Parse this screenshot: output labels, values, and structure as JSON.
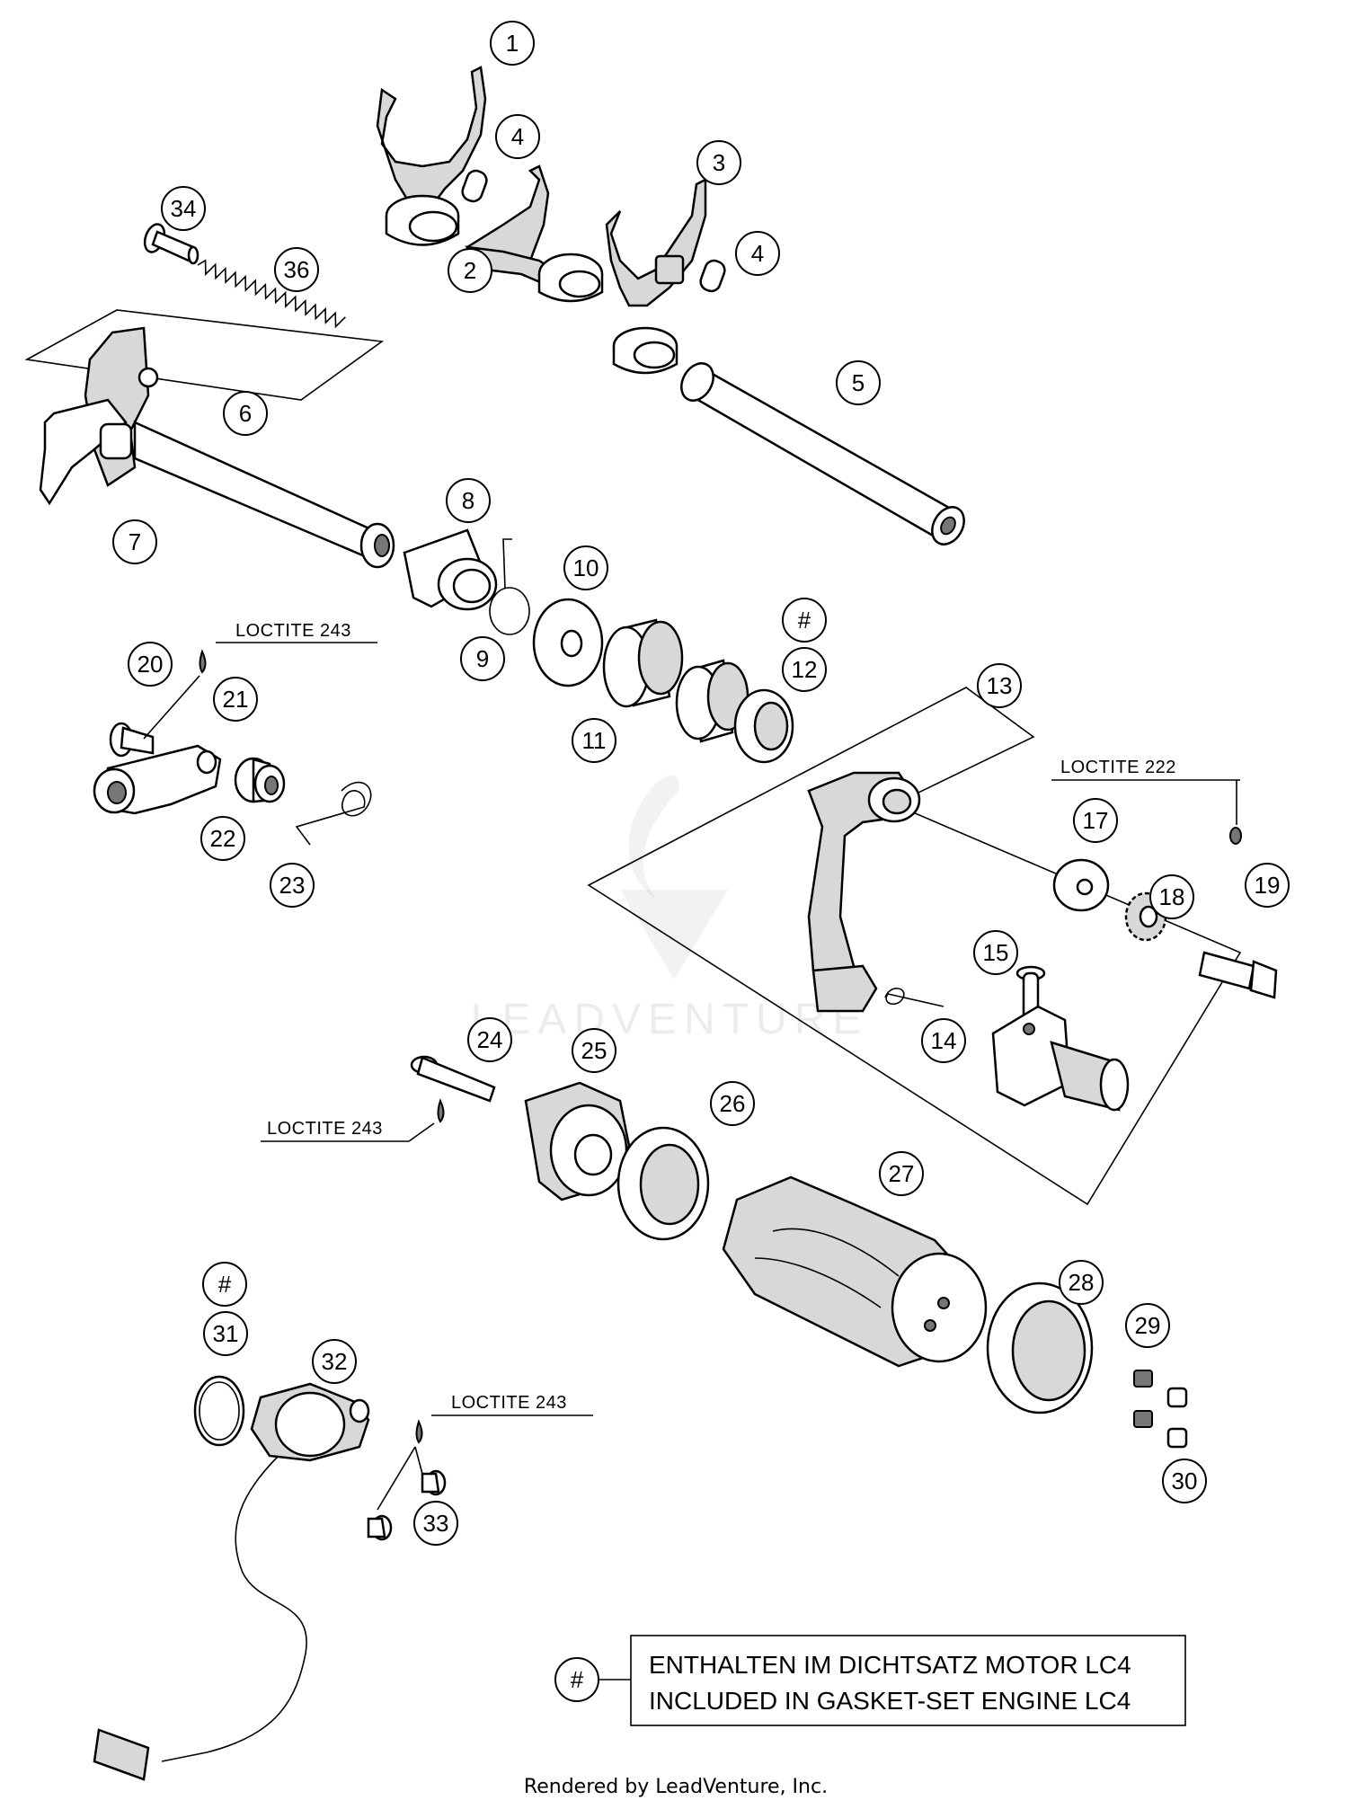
{
  "callouts": [
    {
      "id": "c1",
      "label": "1"
    },
    {
      "id": "c2",
      "label": "2"
    },
    {
      "id": "c3",
      "label": "3"
    },
    {
      "id": "c4a",
      "label": "4"
    },
    {
      "id": "c4b",
      "label": "4"
    },
    {
      "id": "c5",
      "label": "5"
    },
    {
      "id": "c6",
      "label": "6"
    },
    {
      "id": "c7",
      "label": "7"
    },
    {
      "id": "c8",
      "label": "8"
    },
    {
      "id": "c9",
      "label": "9"
    },
    {
      "id": "c10",
      "label": "10"
    },
    {
      "id": "c11",
      "label": "11"
    },
    {
      "id": "c12",
      "label": "12"
    },
    {
      "id": "c12h",
      "label": "#"
    },
    {
      "id": "c13",
      "label": "13"
    },
    {
      "id": "c14",
      "label": "14"
    },
    {
      "id": "c15",
      "label": "15"
    },
    {
      "id": "c17",
      "label": "17"
    },
    {
      "id": "c18",
      "label": "18"
    },
    {
      "id": "c19",
      "label": "19"
    },
    {
      "id": "c20",
      "label": "20"
    },
    {
      "id": "c21",
      "label": "21"
    },
    {
      "id": "c22",
      "label": "22"
    },
    {
      "id": "c23",
      "label": "23"
    },
    {
      "id": "c24",
      "label": "24"
    },
    {
      "id": "c25",
      "label": "25"
    },
    {
      "id": "c26",
      "label": "26"
    },
    {
      "id": "c27",
      "label": "27"
    },
    {
      "id": "c28",
      "label": "28"
    },
    {
      "id": "c29",
      "label": "29"
    },
    {
      "id": "c30",
      "label": "30"
    },
    {
      "id": "c31h",
      "label": "#"
    },
    {
      "id": "c31",
      "label": "31"
    },
    {
      "id": "c32",
      "label": "32"
    },
    {
      "id": "c33",
      "label": "33"
    },
    {
      "id": "c34",
      "label": "34"
    },
    {
      "id": "c36",
      "label": "36"
    }
  ],
  "loctite": {
    "l243_top": "LOCTITE 243",
    "l222": "LOCTITE 222",
    "l243_mid": "LOCTITE 243",
    "l243_bottom": "LOCTITE 243"
  },
  "legend": {
    "symbol": "#",
    "line1": "ENTHALTEN IM DICHTSATZ MOTOR LC4",
    "line2": "INCLUDED IN GASKET-SET ENGINE LC4"
  },
  "watermark": "LEADVENTURE",
  "footer": "Rendered by LeadVenture, Inc."
}
